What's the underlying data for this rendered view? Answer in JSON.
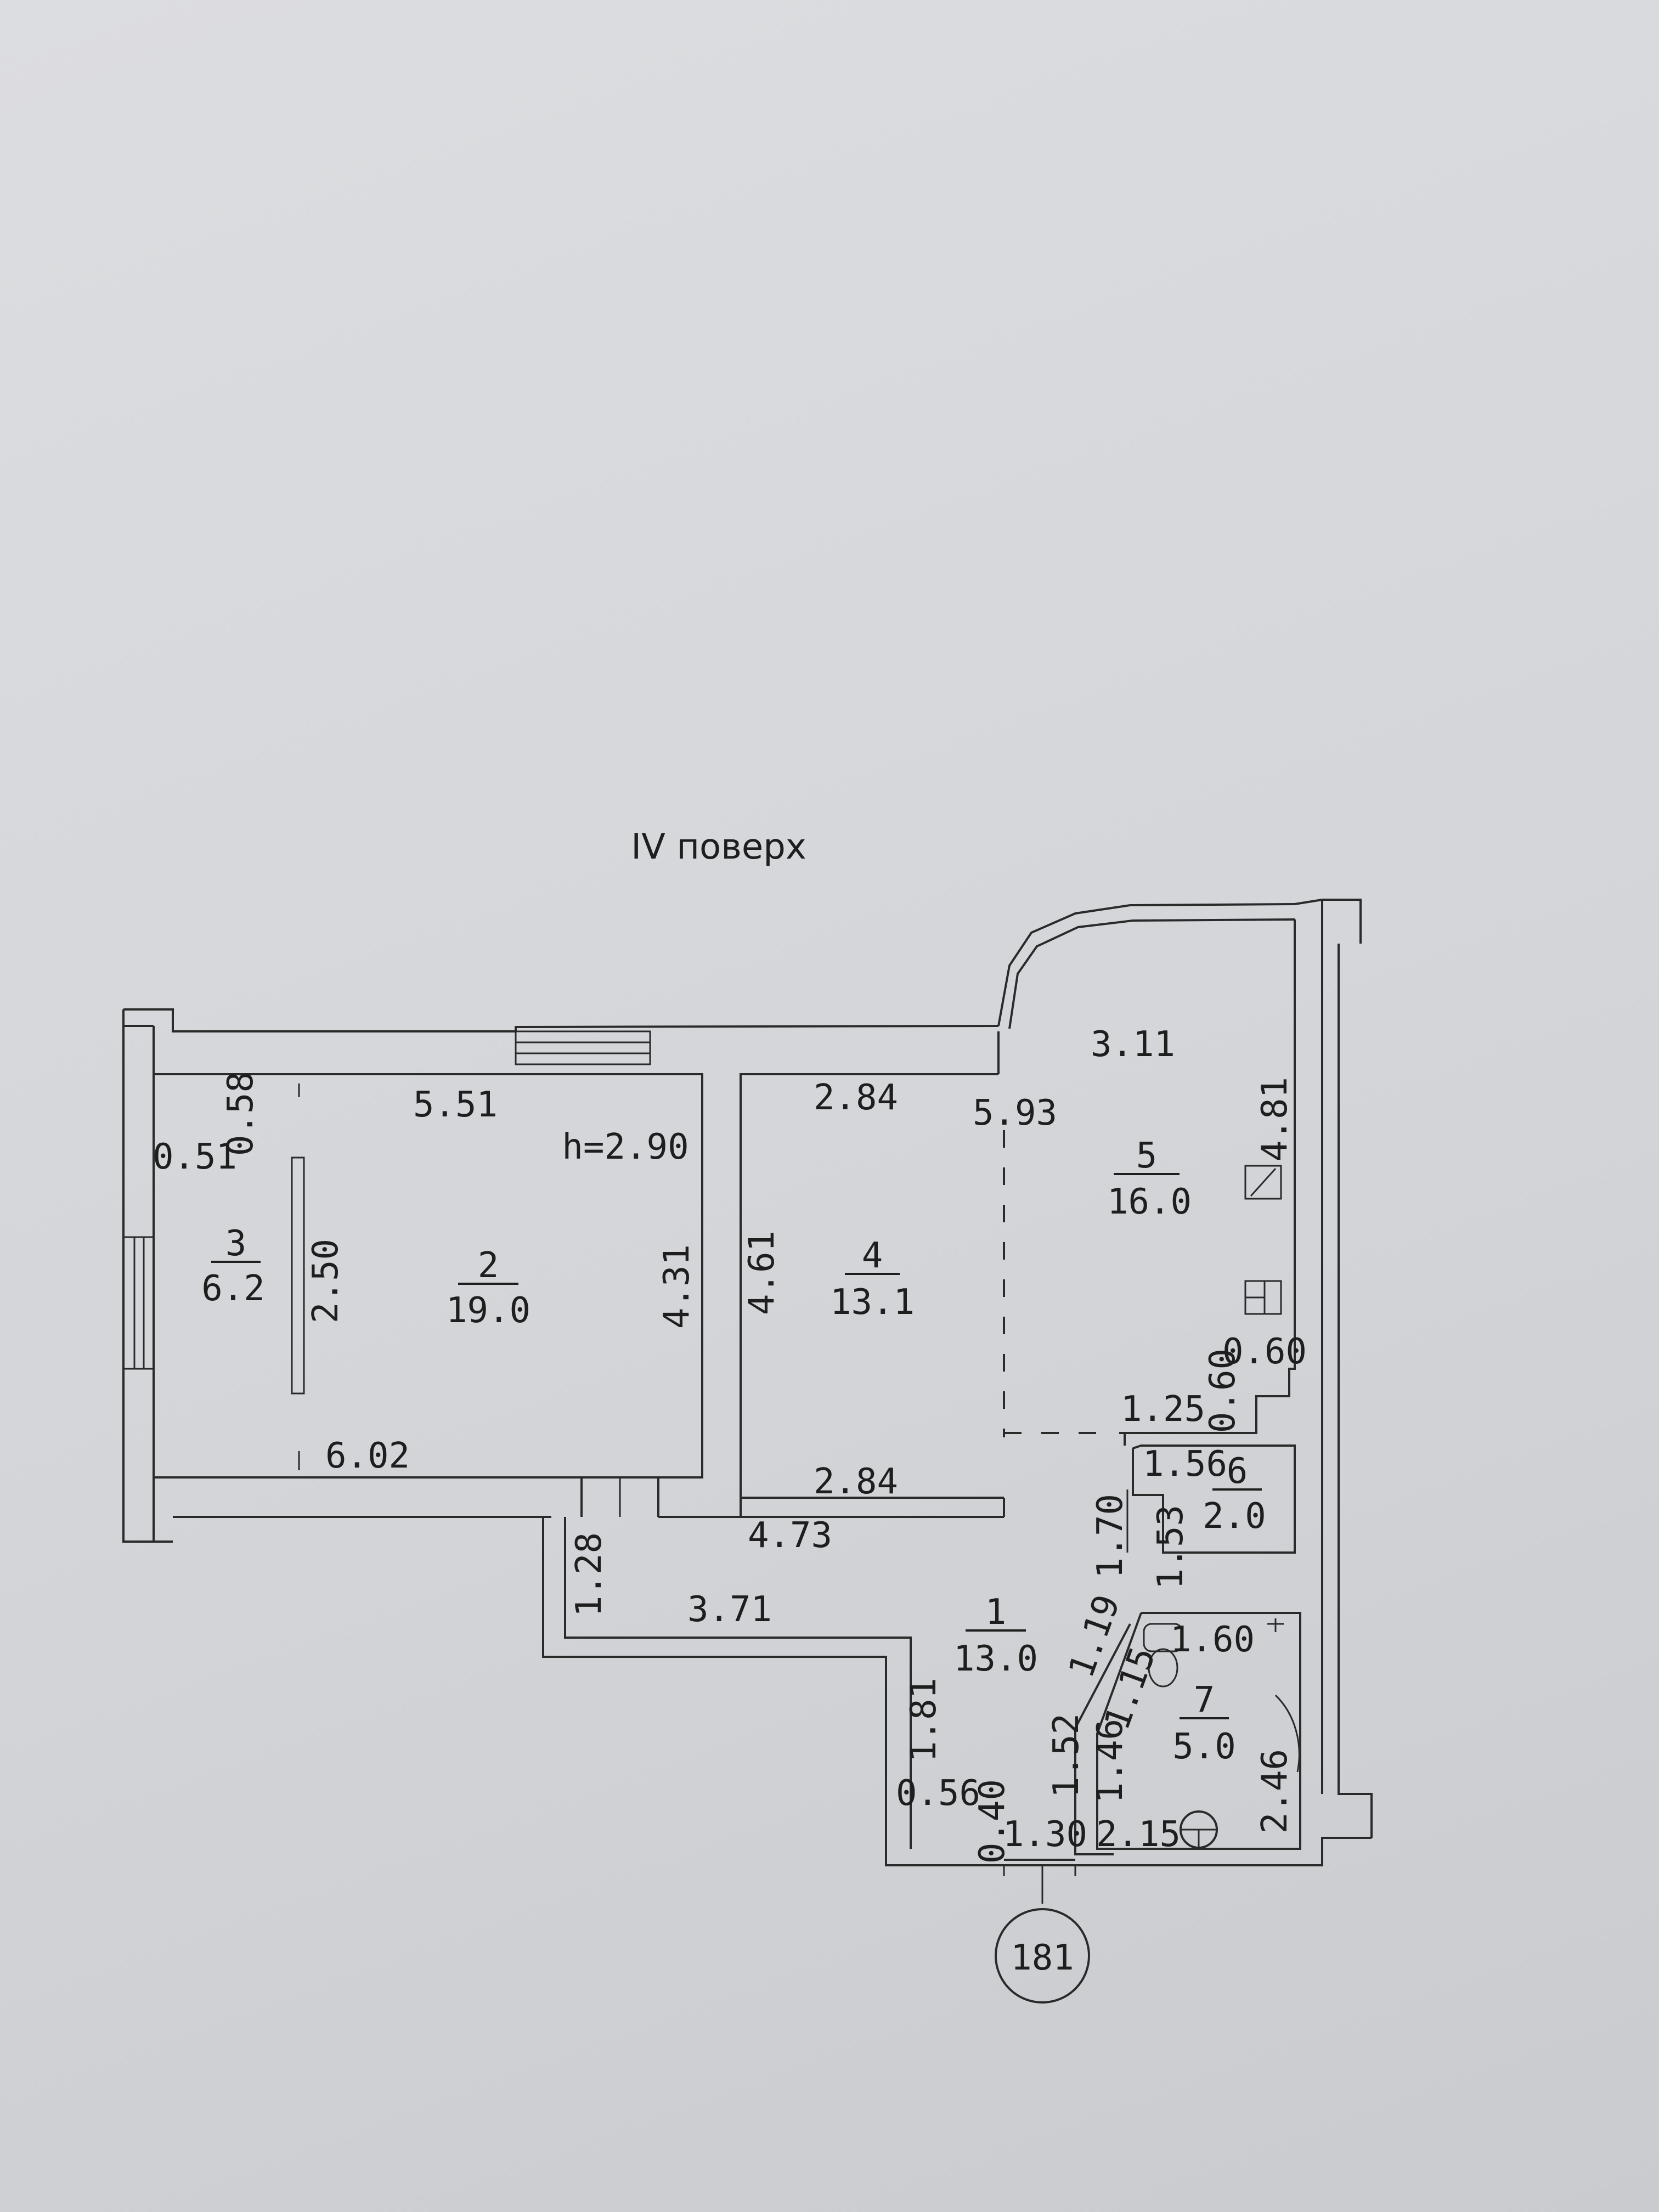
{
  "floor_label": "IV поверх",
  "height_label": "h=2.90",
  "plan_number": "181",
  "rooms": [
    {
      "number": "1",
      "area": "13.0"
    },
    {
      "number": "2",
      "area": "19.0"
    },
    {
      "number": "3",
      "area": "6.2"
    },
    {
      "number": "4",
      "area": "13.1"
    },
    {
      "number": "5",
      "area": "16.0"
    },
    {
      "number": "6",
      "area": "2.0"
    },
    {
      "number": "7",
      "area": "5.0"
    }
  ],
  "dimensions": {
    "d_5_51": "5.51",
    "d_0_58": "0.58",
    "d_0_51": "0.51",
    "d_2_50": "2.50",
    "d_4_31": "4.31",
    "d_6_02": "6.02",
    "d_2_84_top": "2.84",
    "d_2_84_bottom": "2.84",
    "d_4_61": "4.61",
    "d_5_93": "5.93",
    "d_3_11": "3.11",
    "d_4_81": "4.81",
    "d_0_60_v": "0.60",
    "d_0_60_h": "0.60",
    "d_1_25": "1.25",
    "d_1_56": "1.56",
    "d_1_70": "1.70",
    "d_1_53": "1.53",
    "d_4_73": "4.73",
    "d_1_28": "1.28",
    "d_3_71": "3.71",
    "d_1_19": "1.19",
    "d_1_60": "1.60",
    "d_1_15": "1.15",
    "d_1_81": "1.81",
    "d_1_52": "1.52",
    "d_1_46": "1.46",
    "d_2_46": "2.46",
    "d_0_56": "0.56",
    "d_0_40": "0.40",
    "d_1_30": "1.30",
    "d_2_15": "2.15"
  }
}
